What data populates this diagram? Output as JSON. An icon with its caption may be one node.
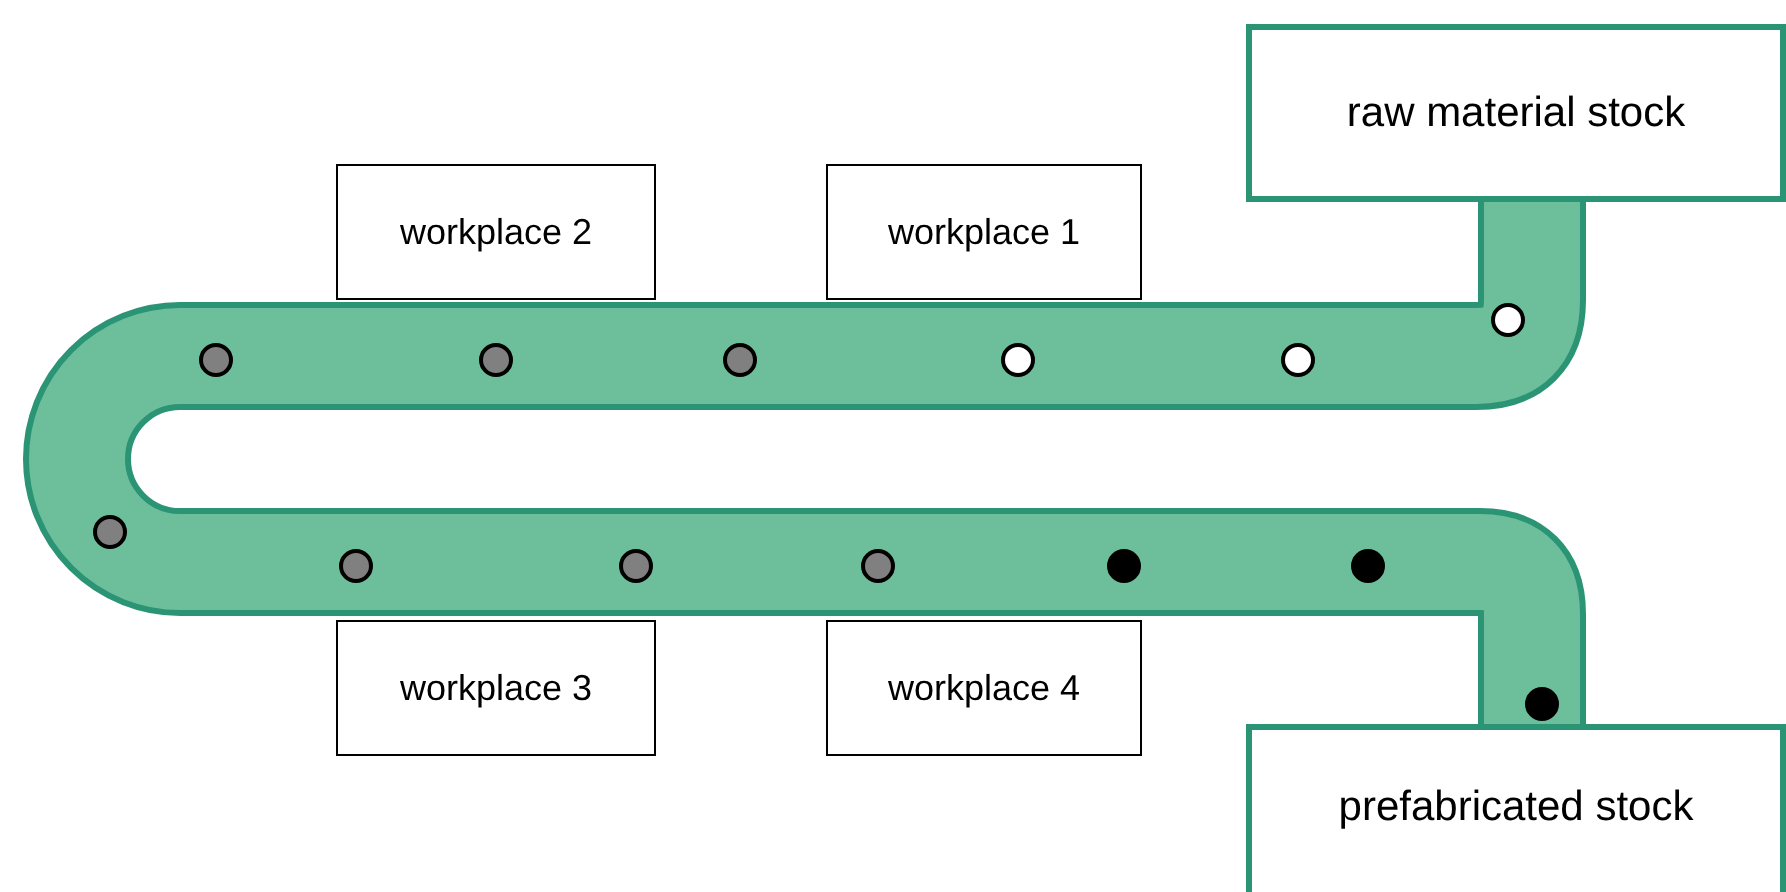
{
  "diagram": {
    "nodes": [
      {
        "text": [
          "raw material stock"
        ]
      },
      {
        "text": [
          "workplace 2"
        ]
      },
      {
        "text": [
          "workplace 1"
        ]
      },
      {
        "text": [
          "workplace 3"
        ]
      },
      {
        "text": [
          "workplace 4"
        ]
      },
      {
        "text": [
          "prefabricated stock"
        ]
      }
    ]
  }
}
